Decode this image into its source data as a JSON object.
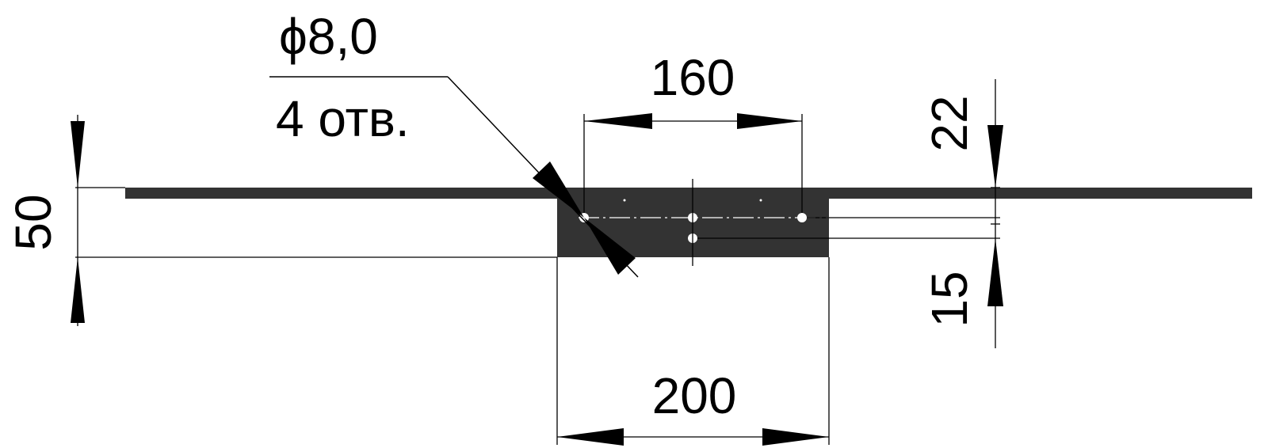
{
  "drawing": {
    "colors": {
      "part": "#333333",
      "line": "#000000",
      "hole": "#ffffff"
    },
    "labels": {
      "hole_diameter": "ϕ8,0",
      "hole_count": "4 отв.",
      "hole_spacing": "160",
      "top_offset": "22",
      "total_height": "50",
      "bottom_offset": "15",
      "plate_width": "200"
    }
  }
}
